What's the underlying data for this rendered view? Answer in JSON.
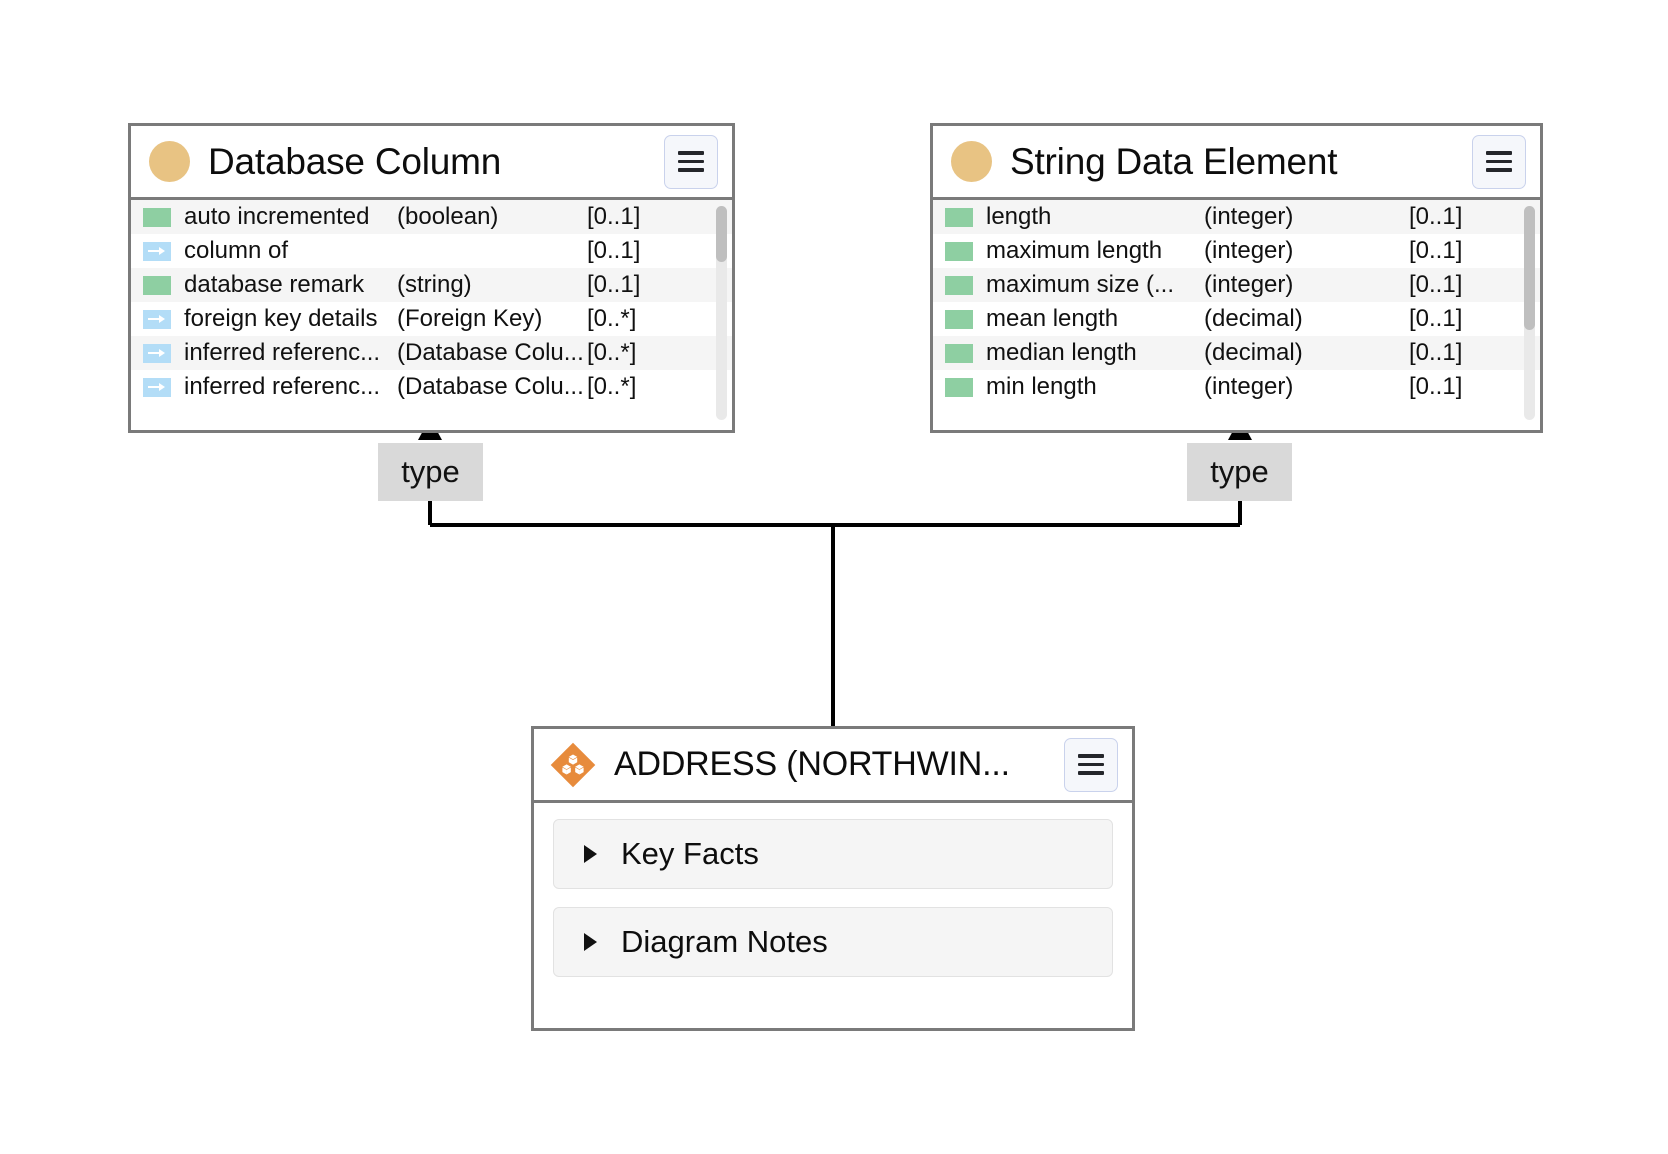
{
  "diagram": {
    "background_color": "#ffffff",
    "node_border_color": "#7a7a7a",
    "edge_color": "#000000",
    "accent_attribute_color": "#8ecfa2",
    "accent_reference_color": "#b3ddf7",
    "class_icon_color": "#e8c383",
    "instance_icon_color": "#e78b3c"
  },
  "nodes": {
    "database_column": {
      "title": "Database Column",
      "icon": "class-circle-icon",
      "menu_label": "≡",
      "attributes": [
        {
          "kind": "attribute",
          "name": "auto incremented",
          "type": "(boolean)",
          "cardinality": "[0..1]"
        },
        {
          "kind": "reference",
          "name": "column of",
          "type": "",
          "cardinality": "[0..1]"
        },
        {
          "kind": "attribute",
          "name": "database remark",
          "type": "(string)",
          "cardinality": "[0..1]"
        },
        {
          "kind": "reference",
          "name": "foreign key details",
          "type": "(Foreign Key)",
          "cardinality": "[0..*]"
        },
        {
          "kind": "reference",
          "name": "inferred referenc...",
          "type": "(Database Colu...",
          "cardinality": "[0..*]"
        },
        {
          "kind": "reference",
          "name": "inferred referenc...",
          "type": "(Database Colu...",
          "cardinality": "[0..*]"
        }
      ]
    },
    "string_data_element": {
      "title": "String Data Element",
      "icon": "class-circle-icon",
      "menu_label": "≡",
      "attributes": [
        {
          "kind": "attribute",
          "name": "length",
          "type": "(integer)",
          "cardinality": "[0..1]"
        },
        {
          "kind": "attribute",
          "name": "maximum length",
          "type": "(integer)",
          "cardinality": "[0..1]"
        },
        {
          "kind": "attribute",
          "name": "maximum size (...",
          "type": "(integer)",
          "cardinality": "[0..1]"
        },
        {
          "kind": "attribute",
          "name": "mean length",
          "type": "(decimal)",
          "cardinality": "[0..1]"
        },
        {
          "kind": "attribute",
          "name": "median length",
          "type": "(decimal)",
          "cardinality": "[0..1]"
        },
        {
          "kind": "attribute",
          "name": "min length",
          "type": "(integer)",
          "cardinality": "[0..1]"
        }
      ]
    },
    "address_instance": {
      "title": "ADDRESS (NORTHWIN...",
      "icon": "orange-diamond-cubes-icon",
      "menu_label": "≡",
      "sections": [
        {
          "label": "Key Facts",
          "expanded": false
        },
        {
          "label": "Diagram Notes",
          "expanded": false
        }
      ]
    }
  },
  "edges": [
    {
      "label": "type",
      "from": "address_instance",
      "to": "database_column"
    },
    {
      "label": "type",
      "from": "address_instance",
      "to": "string_data_element"
    }
  ]
}
